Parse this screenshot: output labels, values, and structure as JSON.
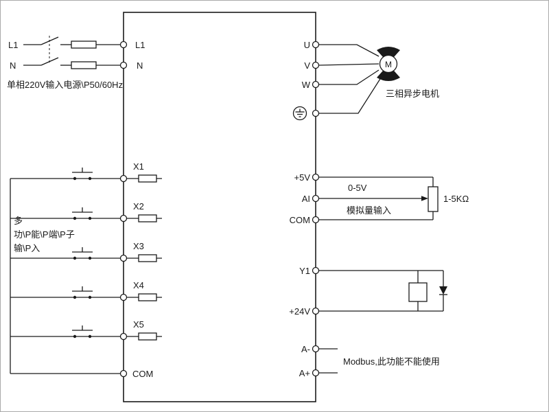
{
  "frame": {
    "background": "#ffffff",
    "border_color": "#a9a9a9",
    "line_color": "#1a1a1a"
  },
  "power_input": {
    "l1_source_label": "L1",
    "n_source_label": "N",
    "l1_terminal": "L1",
    "n_terminal": "N",
    "caption": "单相220V输入电源\\P50/60Hz"
  },
  "digital_inputs": {
    "terminals": [
      "X1",
      "X2",
      "X3",
      "X4",
      "X5"
    ],
    "com_terminal": "COM",
    "note_lines": [
      "多",
      "功\\P能\\P端\\P子",
      "输\\P入"
    ]
  },
  "motor_output": {
    "terminals": [
      "U",
      "V",
      "W"
    ],
    "motor_letter": "M",
    "caption": "三相异步电机"
  },
  "analog_input": {
    "terminals": [
      "+5V",
      "AI",
      "COM"
    ],
    "range_label": "0-5V",
    "caption": "模拟量输入",
    "pot_label": "1-5KΩ"
  },
  "digital_output": {
    "terminals": [
      "Y1",
      "+24V"
    ]
  },
  "comm": {
    "terminals": [
      "A-",
      "A+"
    ],
    "caption": "Modbus,此功能不能使用"
  }
}
